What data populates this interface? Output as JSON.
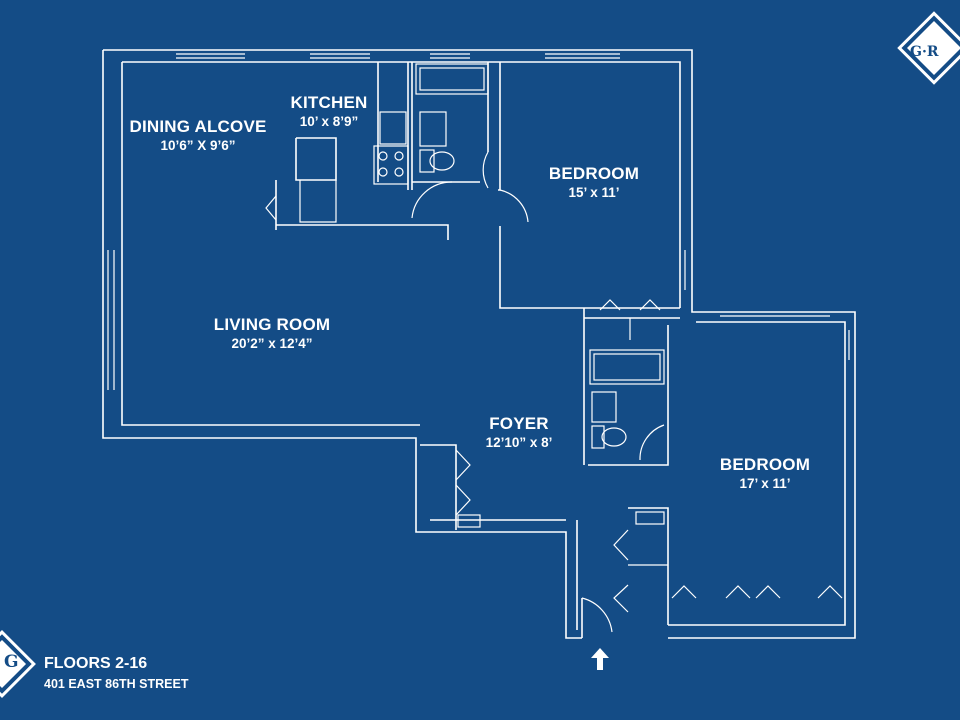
{
  "rooms": {
    "dining_alcove": {
      "name": "DINING ALCOVE",
      "dims": "10’6” X 9’6”"
    },
    "kitchen": {
      "name": "KITCHEN",
      "dims": "10’ x 8’9”"
    },
    "bedroom_1": {
      "name": "BEDROOM",
      "dims": "15’ x 11’"
    },
    "living_room": {
      "name": "LIVING ROOM",
      "dims": "20’2” x 12’4”"
    },
    "foyer": {
      "name": "FOYER",
      "dims": "12’10” x 8’"
    },
    "bedroom_2": {
      "name": "BEDROOM",
      "dims": "17’ x 11’"
    }
  },
  "footer": {
    "floors": "FLOORS 2-16",
    "address": "401 EAST 86TH STREET"
  },
  "logos": {
    "top_right": "G·R",
    "bottom_left": "G"
  },
  "icons": {
    "entry": "up-arrow-icon"
  },
  "colors": {
    "background": "#144c86",
    "lines": "#ffffff"
  }
}
